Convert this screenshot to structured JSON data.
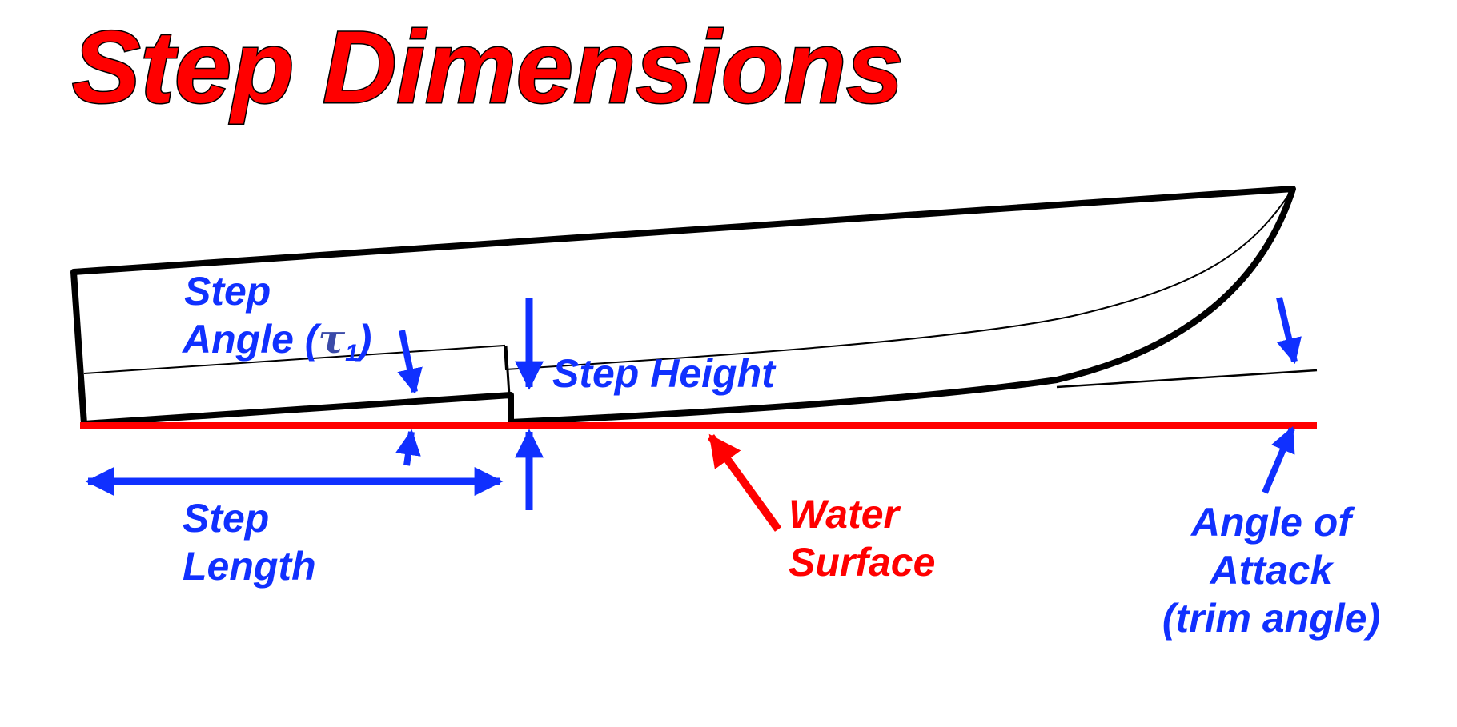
{
  "title": "Step Dimensions",
  "colors": {
    "title_fill": "#ff0000",
    "title_stroke": "#000000",
    "label_blue": "#1030ff",
    "water_red": "#ff0000",
    "hull_line": "#000000"
  },
  "labels": {
    "step_angle": {
      "line1": "Step",
      "line2_prefix": "Angle (",
      "tau": "τ",
      "subscript": "1",
      "line2_suffix": ")"
    },
    "step_height": "Step Height",
    "step_length": {
      "line1": "Step",
      "line2": "Length"
    },
    "water_surface": {
      "line1": "Water",
      "line2": "Surface"
    },
    "angle_of_attack": {
      "line1": "Angle of",
      "line2": "Attack",
      "line3": "(trim angle)"
    }
  }
}
